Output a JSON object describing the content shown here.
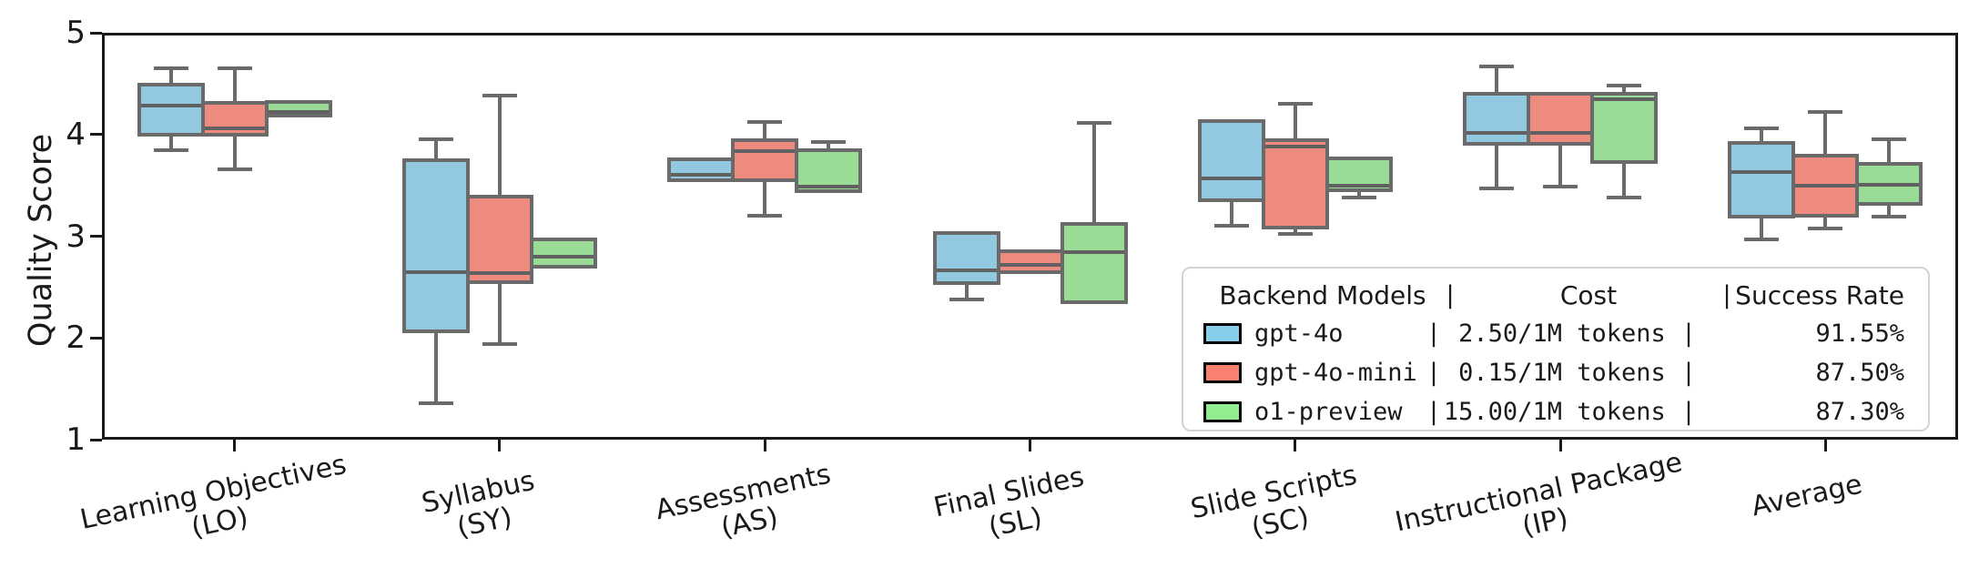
{
  "chart_data": {
    "type": "boxplot",
    "title": "",
    "ylabel": "Quality Score",
    "ylim": [
      1,
      5
    ],
    "yticks": [
      5,
      4,
      3,
      2,
      1
    ],
    "yticklabels": [
      "5",
      "4",
      "3",
      "2",
      "1"
    ],
    "grid": false,
    "legend_position": "lower right",
    "edge_color": "#6a6a6a",
    "categories": [
      {
        "label": "Learning Objectives",
        "abbr": "(LO)"
      },
      {
        "label": "Syllabus",
        "abbr": "(SY)"
      },
      {
        "label": "Assessments",
        "abbr": "(AS)"
      },
      {
        "label": "Final Slides",
        "abbr": "(SL)"
      },
      {
        "label": "Slide Scripts",
        "abbr": "(SC)"
      },
      {
        "label": "Instructional Package",
        "abbr": "(IP)"
      },
      {
        "label": "Average",
        "abbr": ""
      }
    ],
    "series": [
      {
        "name": "gpt-4o",
        "color": "#92c9e1",
        "swatch_color": "#87ceeb",
        "boxes_min_q1_med_q3_max": [
          [
            3.85,
            4.02,
            4.28,
            4.47,
            4.65
          ],
          [
            1.36,
            2.08,
            2.65,
            3.73,
            3.95
          ],
          [
            3.56,
            3.57,
            3.6,
            3.74,
            3.75
          ],
          [
            2.38,
            2.56,
            2.66,
            3.01,
            3.02
          ],
          [
            3.1,
            3.37,
            3.57,
            4.11,
            4.12
          ],
          [
            3.47,
            3.93,
            4.02,
            4.38,
            4.67
          ],
          [
            2.97,
            3.21,
            3.63,
            3.9,
            4.06
          ]
        ]
      },
      {
        "name": "gpt-4o-mini",
        "color": "#ec8b7e",
        "swatch_color": "#fa8072",
        "boxes_min_q1_med_q3_max": [
          [
            3.66,
            4.02,
            4.06,
            4.29,
            4.65
          ],
          [
            1.94,
            2.57,
            2.64,
            3.37,
            4.38
          ],
          [
            3.2,
            3.57,
            3.84,
            3.93,
            4.12
          ],
          [
            2.65,
            2.66,
            2.72,
            2.83,
            2.84
          ],
          [
            3.02,
            3.1,
            3.88,
            3.93,
            4.3
          ],
          [
            3.49,
            3.93,
            4.02,
            4.38,
            4.39
          ],
          [
            3.08,
            3.22,
            3.5,
            3.77,
            4.22
          ]
        ]
      },
      {
        "name": "o1-preview",
        "color": "#9adc96",
        "swatch_color": "#90ee90",
        "boxes_min_q1_med_q3_max": [
          [
            4.19,
            4.2,
            4.22,
            4.3,
            4.31
          ],
          [
            2.71,
            2.72,
            2.8,
            2.95,
            2.96
          ],
          [
            3.44,
            3.46,
            3.49,
            3.83,
            3.93
          ],
          [
            2.36,
            2.37,
            2.84,
            3.1,
            4.11
          ],
          [
            3.38,
            3.47,
            3.5,
            3.75,
            3.76
          ],
          [
            3.38,
            3.75,
            4.35,
            4.38,
            4.48
          ],
          [
            3.19,
            3.34,
            3.51,
            3.69,
            3.95
          ]
        ]
      }
    ],
    "legend": {
      "header": {
        "col1": "Backend Models",
        "sep": "|",
        "col2": "Cost",
        "col3": "Success Rate"
      },
      "rows": [
        {
          "model": "gpt-4o",
          "cost": "2.50/1M tokens",
          "success_rate": "91.55%"
        },
        {
          "model": "gpt-4o-mini",
          "cost": "0.15/1M tokens",
          "success_rate": "87.50%"
        },
        {
          "model": "o1-preview",
          "cost": "15.00/1M tokens",
          "success_rate": "87.30%"
        }
      ]
    }
  }
}
